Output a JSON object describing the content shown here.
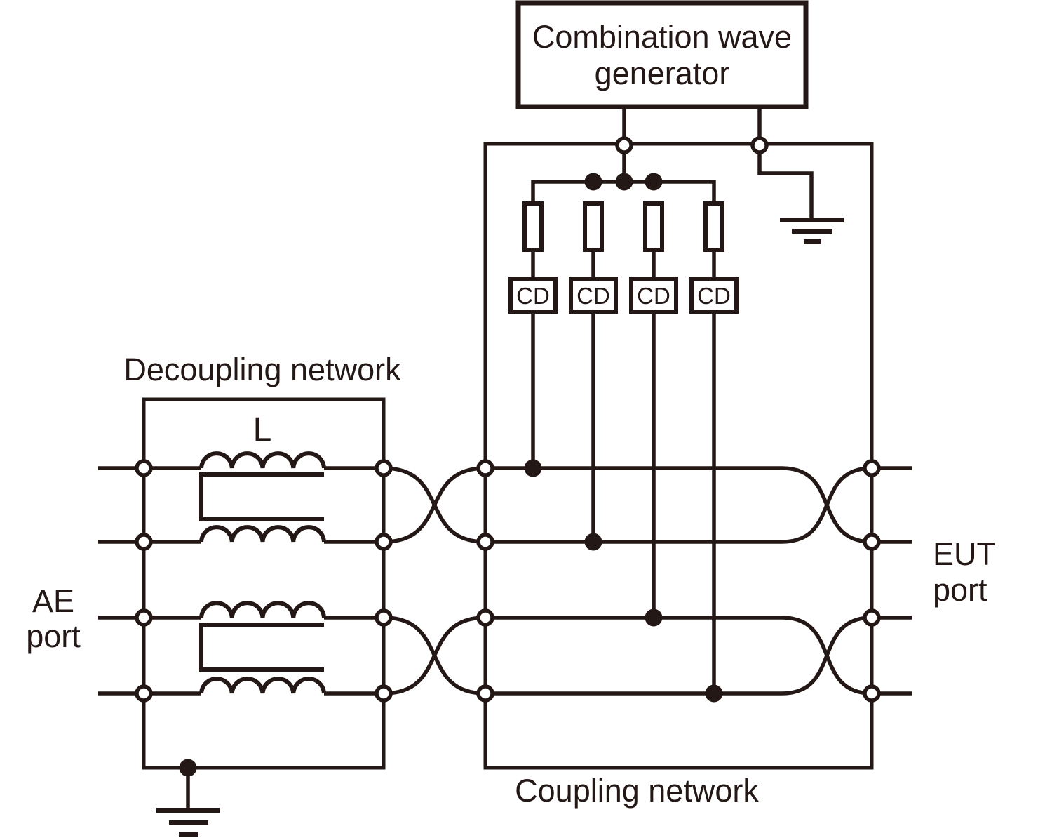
{
  "diagram": {
    "generator": {
      "label_line1": "Combination wave",
      "label_line2": "generator"
    },
    "decoupling_network": {
      "label": "Decoupling network",
      "inductance_label": "L"
    },
    "coupling_network": {
      "label": "Coupling network"
    },
    "ae_port": {
      "label_line1": "AE",
      "label_line2": "port"
    },
    "eut_port": {
      "label_line1": "EUT",
      "label_line2": "port"
    },
    "coupling_devices": {
      "labels": [
        "CD",
        "CD",
        "CD",
        "CD"
      ]
    },
    "colors": {
      "ink": "#231815",
      "background": "#ffffff"
    }
  }
}
